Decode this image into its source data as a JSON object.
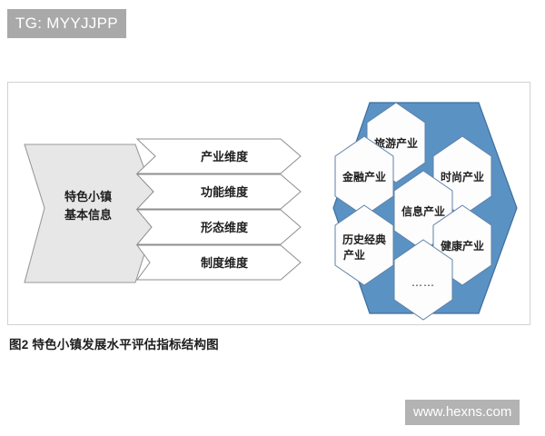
{
  "badge": {
    "label": "TG: MYYJJPP",
    "bg": "#a9a9a9",
    "fg": "#ffffff"
  },
  "watermark": {
    "label": "www.hexns.com",
    "bg": "#b3b3b3",
    "fg": "#ffffff"
  },
  "figure": {
    "caption": "图2  特色小镇发展水平评估指标结构图",
    "panel_border": "#d2d2d2",
    "accent_blue": "#5b92c4",
    "accent_blue_edge": "#3d6f9e",
    "chevron_fill": "#e7e7e7",
    "chevron_edge": "#9a9a9a"
  },
  "source_block": {
    "line1": "特色小镇",
    "line2": "基本信息"
  },
  "dimension_rows": [
    {
      "label": "产业维度"
    },
    {
      "label": "功能维度"
    },
    {
      "label": "形态维度"
    },
    {
      "label": "制度维度"
    }
  ],
  "industry_hexagons": [
    {
      "id": "tourism",
      "line1": "旅游产业",
      "line2": ""
    },
    {
      "id": "finance",
      "line1": "金融产业",
      "line2": ""
    },
    {
      "id": "fashion",
      "line1": "时尚产业",
      "line2": ""
    },
    {
      "id": "info",
      "line1": "信息产业",
      "line2": ""
    },
    {
      "id": "heritage",
      "line1": "历史经典",
      "line2": "产业"
    },
    {
      "id": "health",
      "line1": "健康产业",
      "line2": ""
    },
    {
      "id": "more",
      "line1": "……",
      "line2": ""
    }
  ]
}
